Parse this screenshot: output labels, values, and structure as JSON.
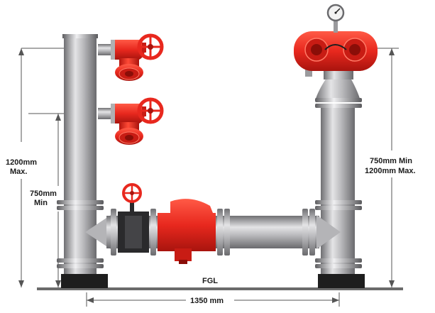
{
  "dimensions": {
    "left_outer": {
      "line1": "1200mm",
      "line2": "Max."
    },
    "left_inner": {
      "line1": "750mm",
      "line2": "Min"
    },
    "right": {
      "line1": "750mm Min",
      "line2": "1200mm Max."
    },
    "bottom": "1350 mm"
  },
  "ground_label": "FGL",
  "colors": {
    "valve_red": "#e8281e",
    "valve_dark_red": "#a8140e",
    "pipe_grey": "#a9a9ab",
    "base_black": "#1e1e1e",
    "dimension_line": "#555555"
  },
  "icons": {
    "handwheel": "valve-handwheel-icon",
    "gauge": "pressure-gauge-icon"
  }
}
